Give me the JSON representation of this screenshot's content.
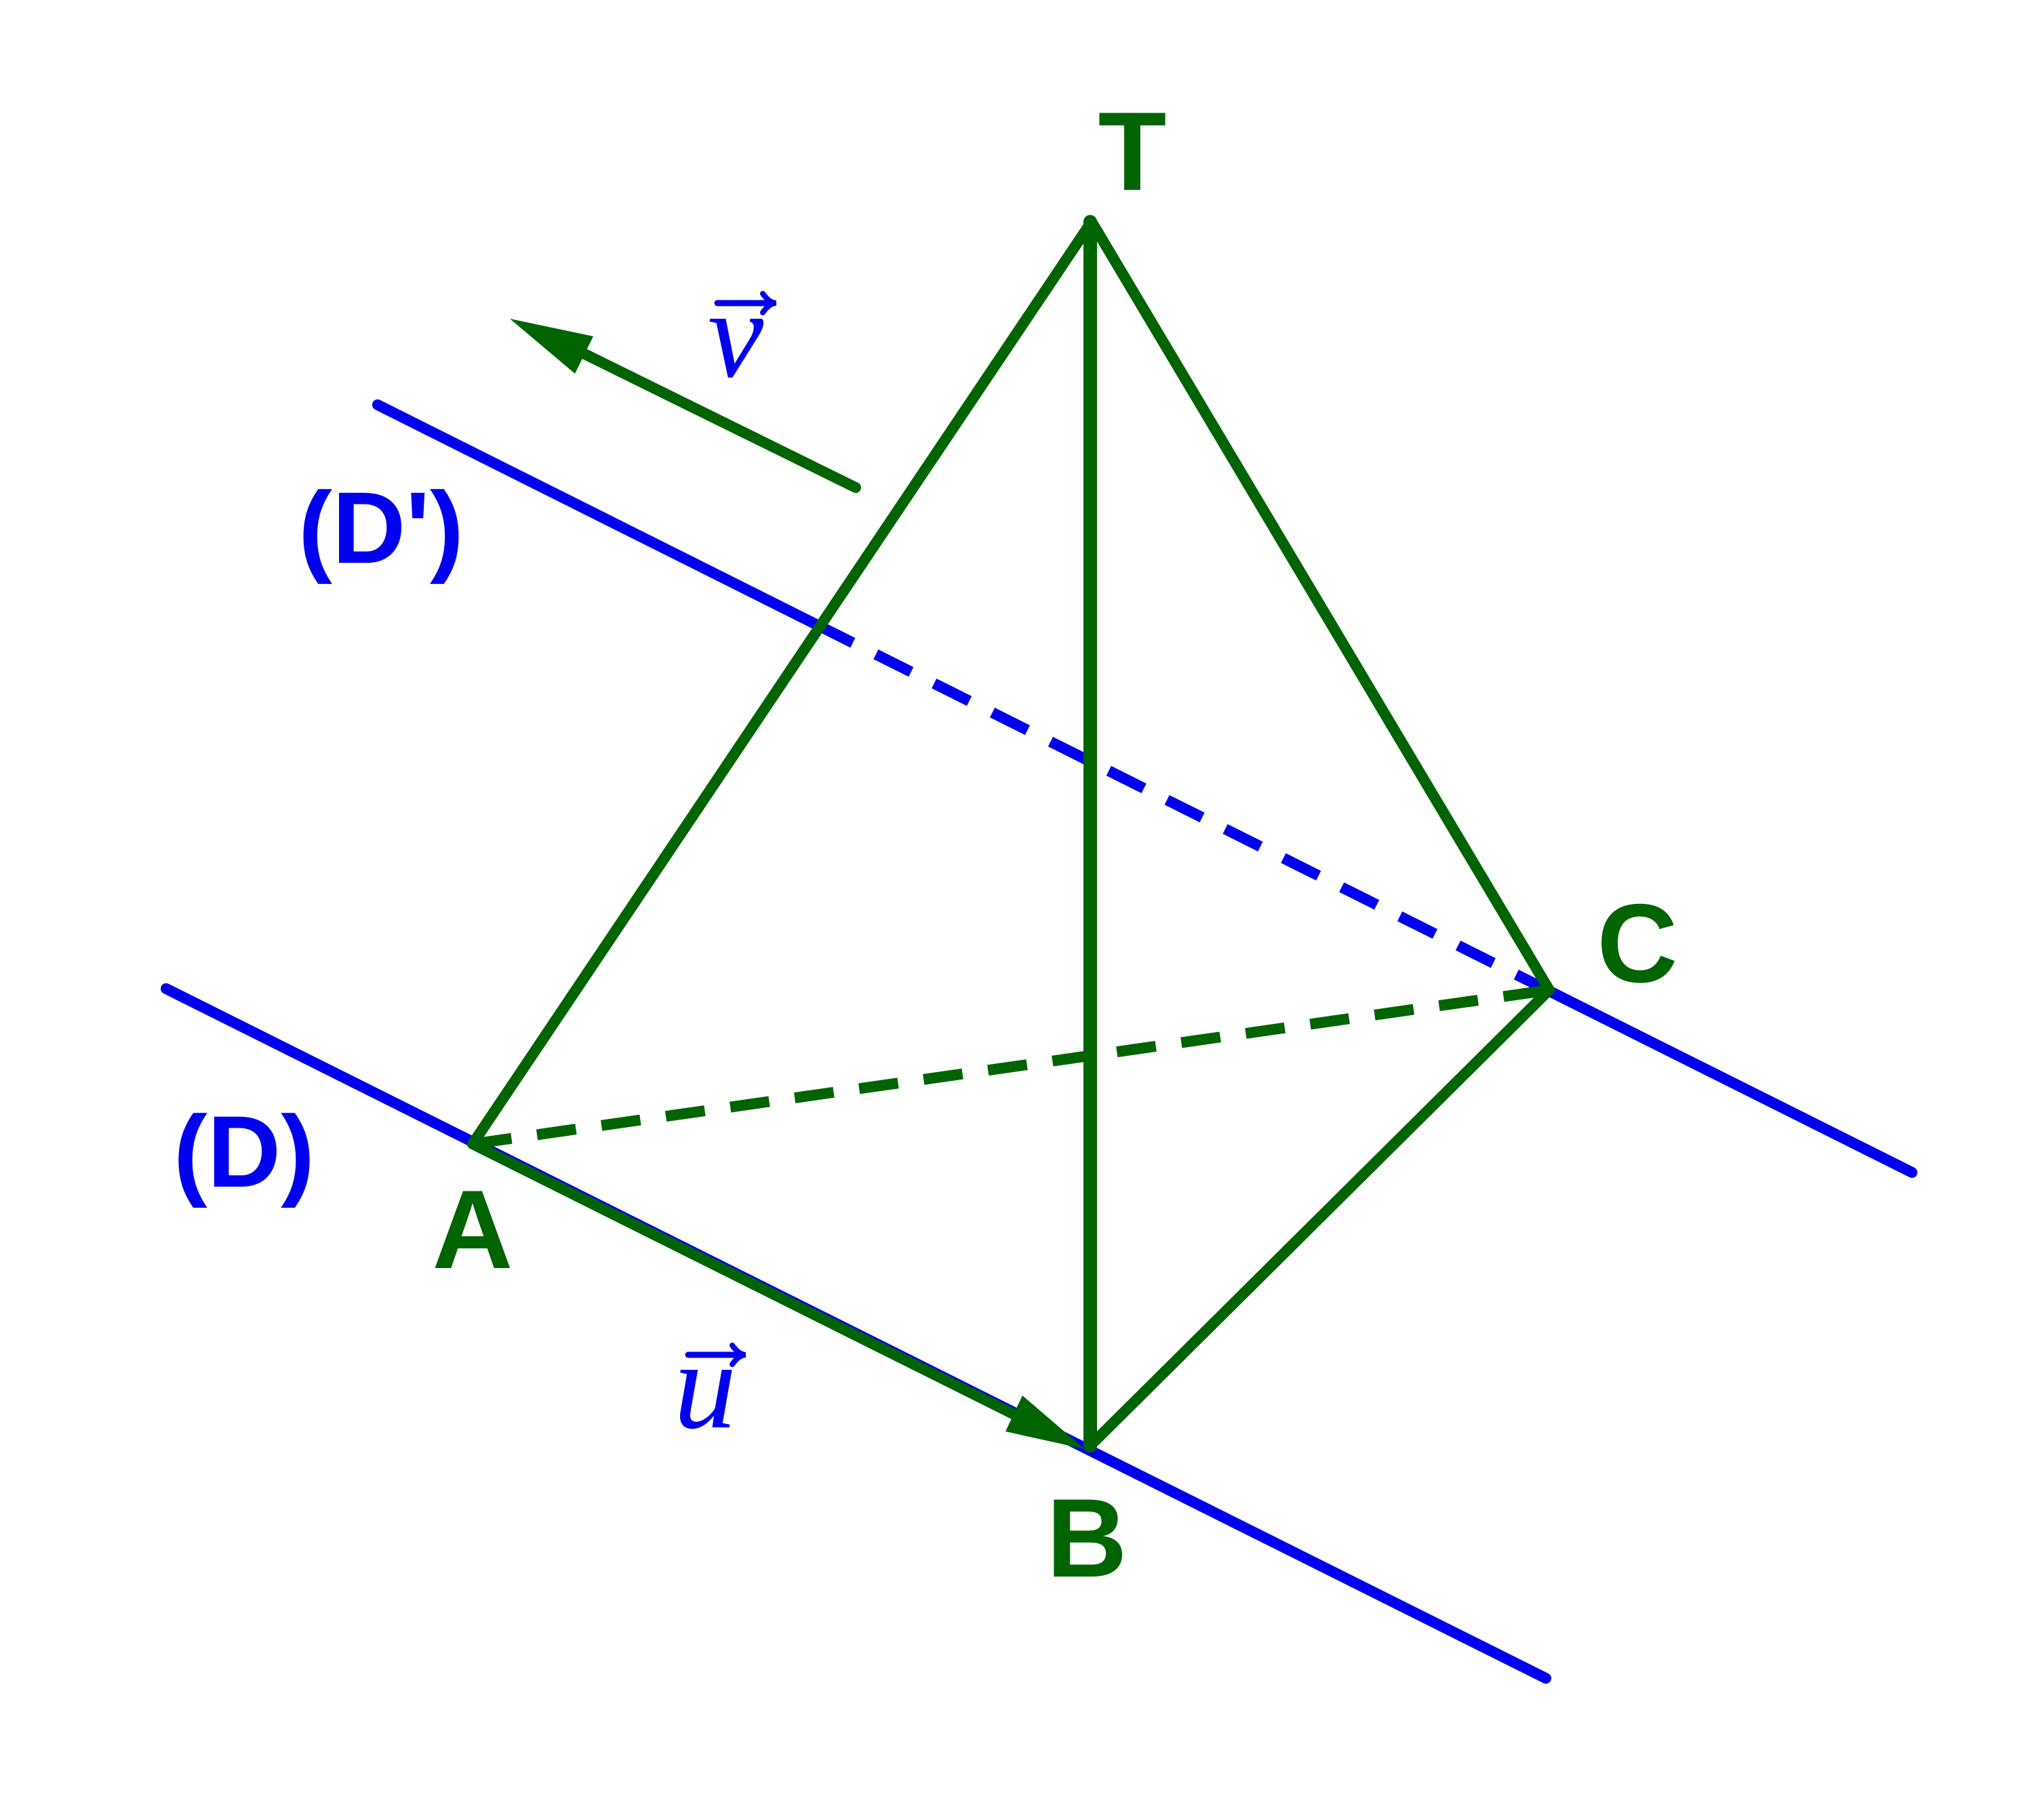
{
  "colors": {
    "green": "#006400",
    "blue": "#0000ee",
    "background": "#ffffff"
  },
  "points": {
    "T": "T",
    "A": "A",
    "B": "B",
    "C": "C"
  },
  "lines": {
    "d": "(D)",
    "d_prime": "(D')"
  },
  "vectors": {
    "u": "u",
    "v": "v"
  }
}
